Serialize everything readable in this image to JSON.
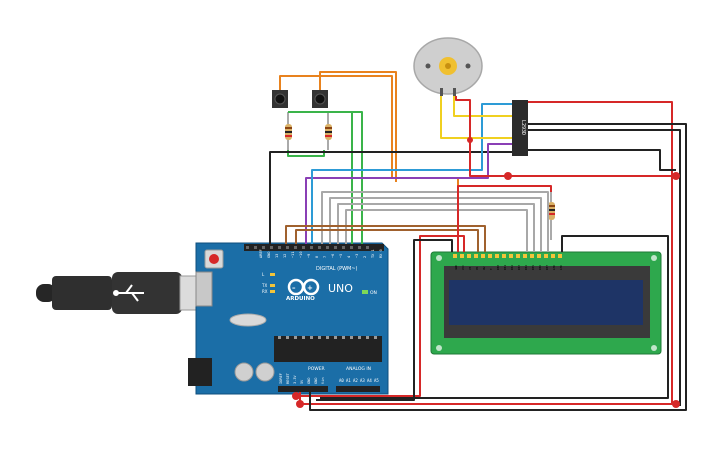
{
  "board": {
    "brand": "ARDUINO",
    "model": "UNO",
    "digital_label": "DIGITAL (PWM~)",
    "power_label": "POWER",
    "analog_label": "ANALOG IN",
    "on_label": "ON",
    "tx_label": "TX",
    "rx_label": "RX",
    "l_label": "L",
    "top_header_pins": [
      "AREF",
      "GND",
      "13",
      "12",
      "~11",
      "~10",
      "~9",
      "8",
      "7",
      "~6",
      "~5",
      "4",
      "~3",
      "2",
      "TX 1",
      "RX 0"
    ],
    "power_pins": [
      "IOREF",
      "RESET",
      "3.3V",
      "5V",
      "GND",
      "GND",
      "Vin"
    ],
    "analog_pins": [
      "A0",
      "A1",
      "A2",
      "A3",
      "A4",
      "A5"
    ]
  },
  "driver_chip": {
    "label": "L293D"
  },
  "lcd": {
    "pins": [
      "GND",
      "VCC",
      "V0",
      "RS",
      "RW",
      "E",
      "DB0",
      "DB1",
      "DB2",
      "DB3",
      "DB4",
      "DB5",
      "DB6",
      "DB7",
      "LED",
      "LED"
    ]
  },
  "colors": {
    "board": "#1b6ea7",
    "lcd_pcb": "#2ea84d",
    "lcd_screen": "#1e3466",
    "wire_red": "#d62828",
    "wire_black": "#222222",
    "wire_orange": "#e8821e",
    "wire_green": "#3ab44a",
    "wire_purple": "#8a3fb5",
    "wire_blue": "#2d9bd6",
    "wire_yellow": "#f0d020",
    "wire_gray": "#a8a8a8",
    "wire_brown": "#a0612e"
  }
}
